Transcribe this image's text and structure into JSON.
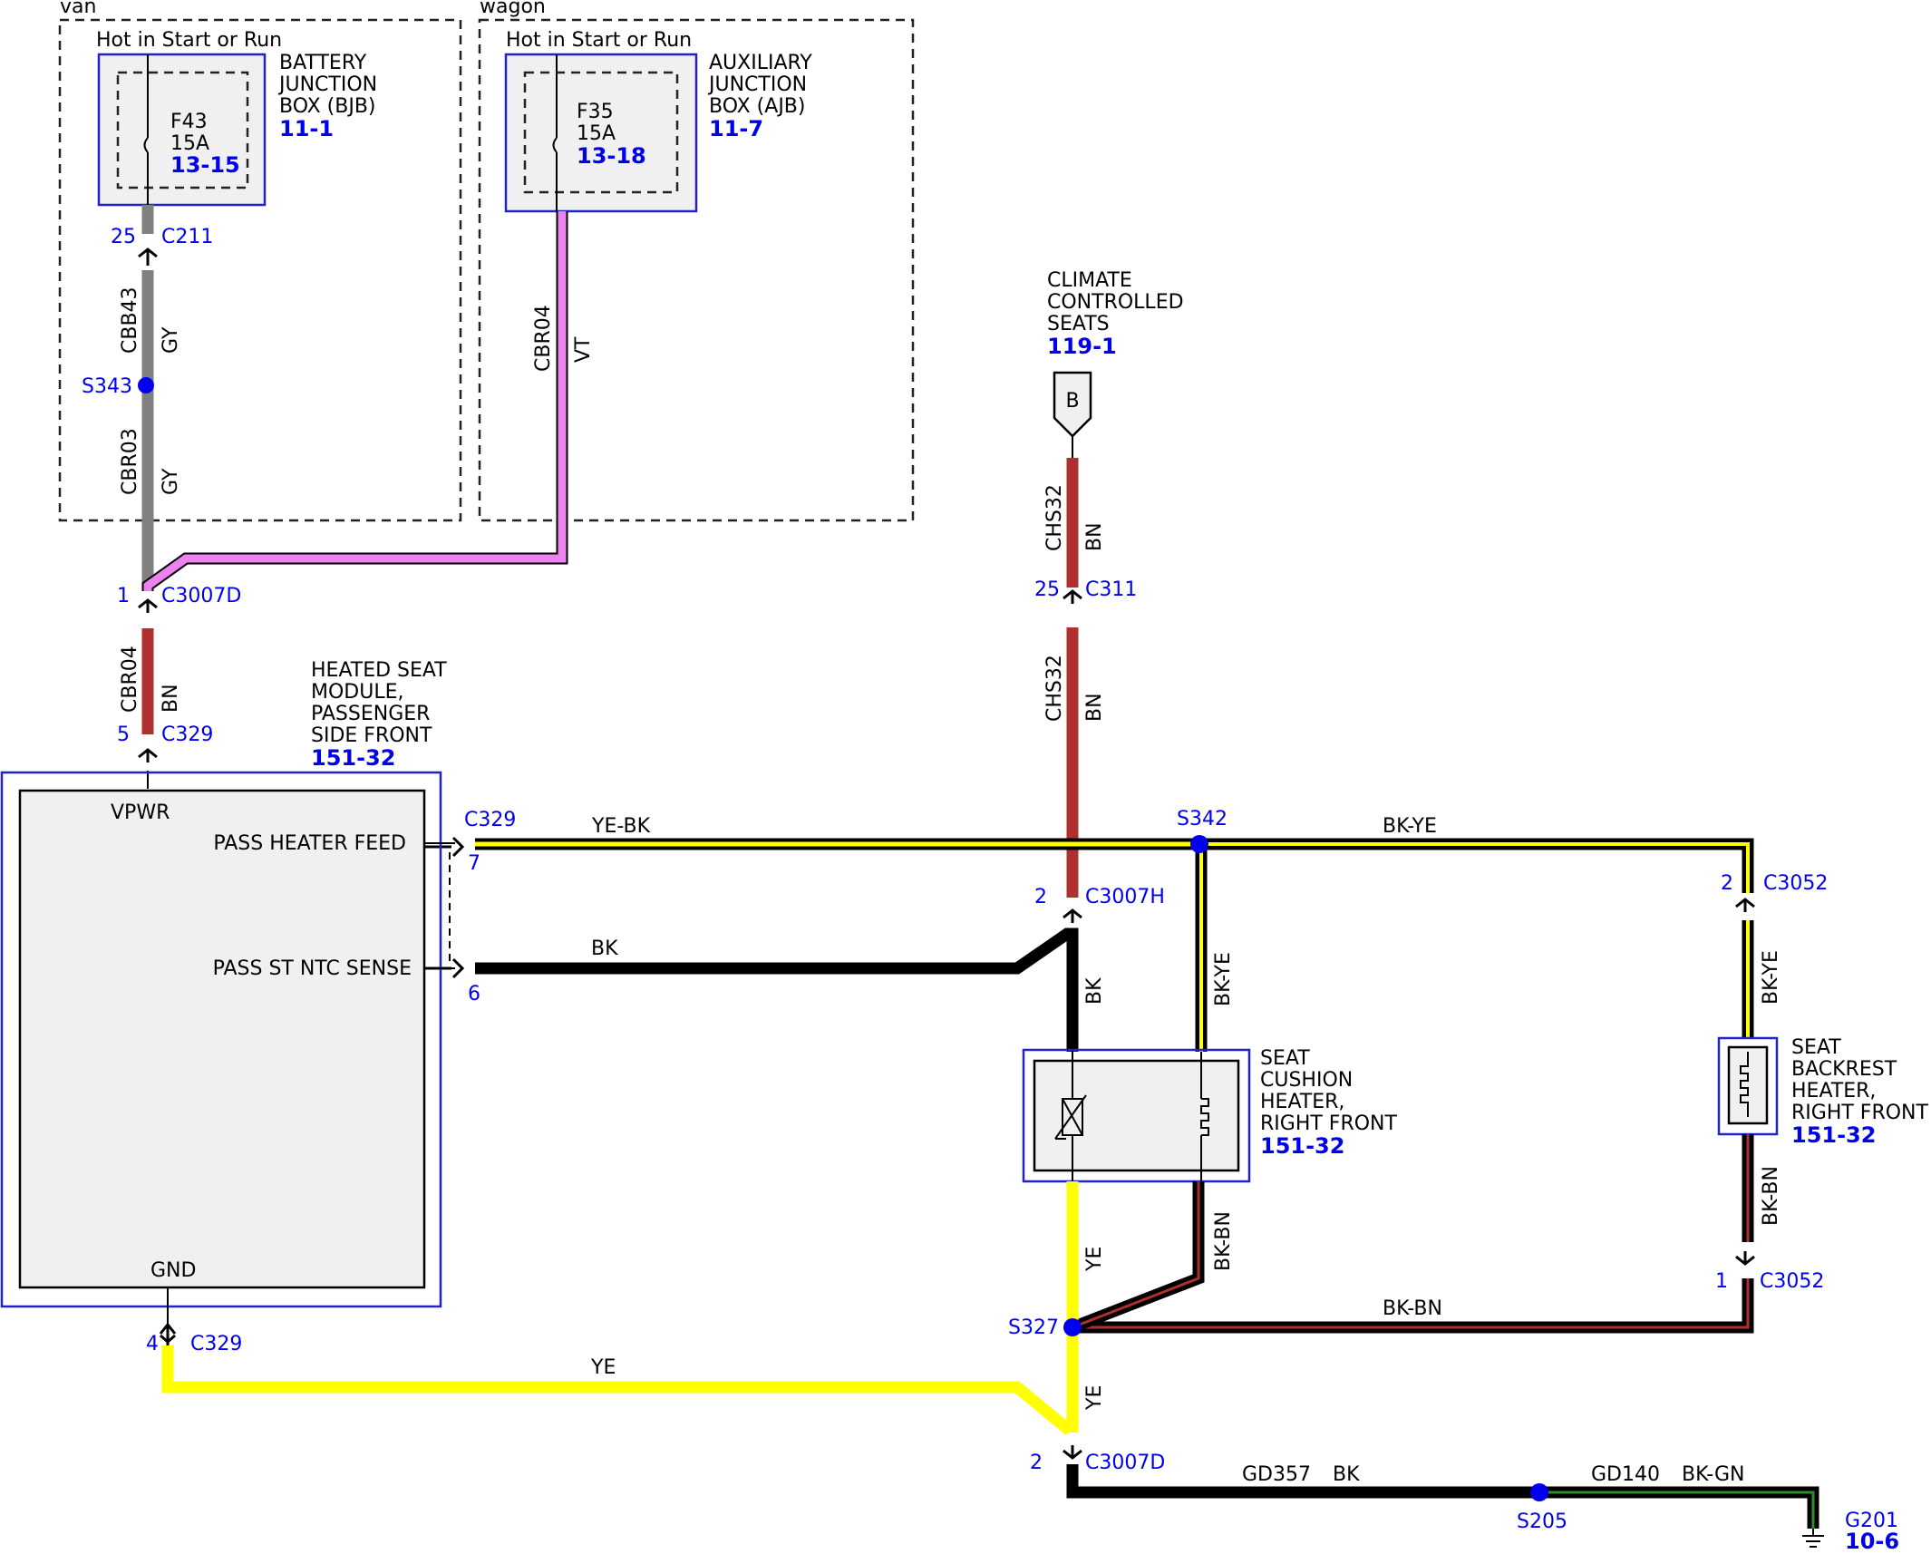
{
  "sections": {
    "van": "van",
    "wagon": "wagon"
  },
  "power": {
    "van_hot": "Hot in Start or Run",
    "wagon_hot": "Hot in Start or Run",
    "bjb": {
      "line1": "BATTERY",
      "line2": "JUNCTION",
      "line3": "BOX (BJB)",
      "ref": "11-1"
    },
    "ajb": {
      "line1": "AUXILIARY",
      "line2": "JUNCTION",
      "line3": "BOX (AJB)",
      "ref": "11-7"
    },
    "f43": {
      "name": "F43",
      "rating": "15A",
      "ref": "13-15"
    },
    "f35": {
      "name": "F35",
      "rating": "15A",
      "ref": "13-18"
    }
  },
  "climate": {
    "line1": "CLIMATE",
    "line2": "CONTROLLED",
    "line3": "SEATS",
    "ref": "119-1",
    "connector": "B"
  },
  "module": {
    "line1": "HEATED SEAT",
    "line2": "MODULE,",
    "line3": "PASSENGER",
    "line4": "SIDE FRONT",
    "ref": "151-32",
    "vpwr": "VPWR",
    "feed": "PASS HEATER FEED",
    "ntc": "PASS ST NTC SENSE",
    "gnd": "GND"
  },
  "cushion": {
    "line1": "SEAT",
    "line2": "CUSHION",
    "line3": "HEATER,",
    "line4": "RIGHT FRONT",
    "ref": "151-32"
  },
  "backrest": {
    "line1": "SEAT",
    "line2": "BACKREST",
    "line3": "HEATER,",
    "line4": "RIGHT FRONT",
    "ref": "151-32"
  },
  "ground": {
    "name": "G201",
    "ref": "10-6"
  },
  "connectors": {
    "c211_pin": "25",
    "c211": "C211",
    "c3007d_pin": "1",
    "c3007d": "C3007D",
    "c329_top_pin": "5",
    "c329_top": "C329",
    "c329_feed": "C329",
    "c329_feed_pin": "7",
    "c329_ntc_pin": "6",
    "c329_gnd_pin": "4",
    "c329_gnd": "C329",
    "c311_pin": "25",
    "c311": "C311",
    "c3007h_pin": "2",
    "c3007h": "C3007H",
    "c3052_top_pin": "2",
    "c3052_top": "C3052",
    "c3052_bot_pin": "1",
    "c3052_bot": "C3052",
    "c3007d_bot_pin": "2",
    "c3007d_bot": "C3007D"
  },
  "splices": {
    "s343": "S343",
    "s342": "S342",
    "s327": "S327",
    "s205": "S205"
  },
  "wires": {
    "cbb43": "CBB43",
    "gy1": "GY",
    "cbr03": "CBR03",
    "gy2": "GY",
    "cbr04_top": "CBR04",
    "vt": "VT",
    "cbr04_bot": "CBR04",
    "bn1": "BN",
    "chs32_top": "CHS32",
    "bn2": "BN",
    "chs32_bot": "CHS32",
    "bn3": "BN",
    "ye_bk": "YE-BK",
    "bk_ye_top": "BK-YE",
    "bk": "BK",
    "bk_vert": "BK",
    "bk_ye_vert": "BK-YE",
    "bk_ye_right": "BK-YE",
    "bk_bn_right": "BK-BN",
    "ye_vert": "YE",
    "bk_bn_vert": "BK-BN",
    "bk_bn_horiz": "BK-BN",
    "ye_horiz": "YE",
    "ye_vert2": "YE",
    "gd357": "GD357",
    "bk_gnd": "BK",
    "gd140": "GD140",
    "bk_gn": "BK-GN"
  },
  "colors": {
    "gray": "#808080",
    "violet": "#ee82ee",
    "brown": "#b03030",
    "yellow": "#ffff00",
    "black": "#000000",
    "green": "#2e8b2e",
    "connector_blue": "#0000ee"
  }
}
